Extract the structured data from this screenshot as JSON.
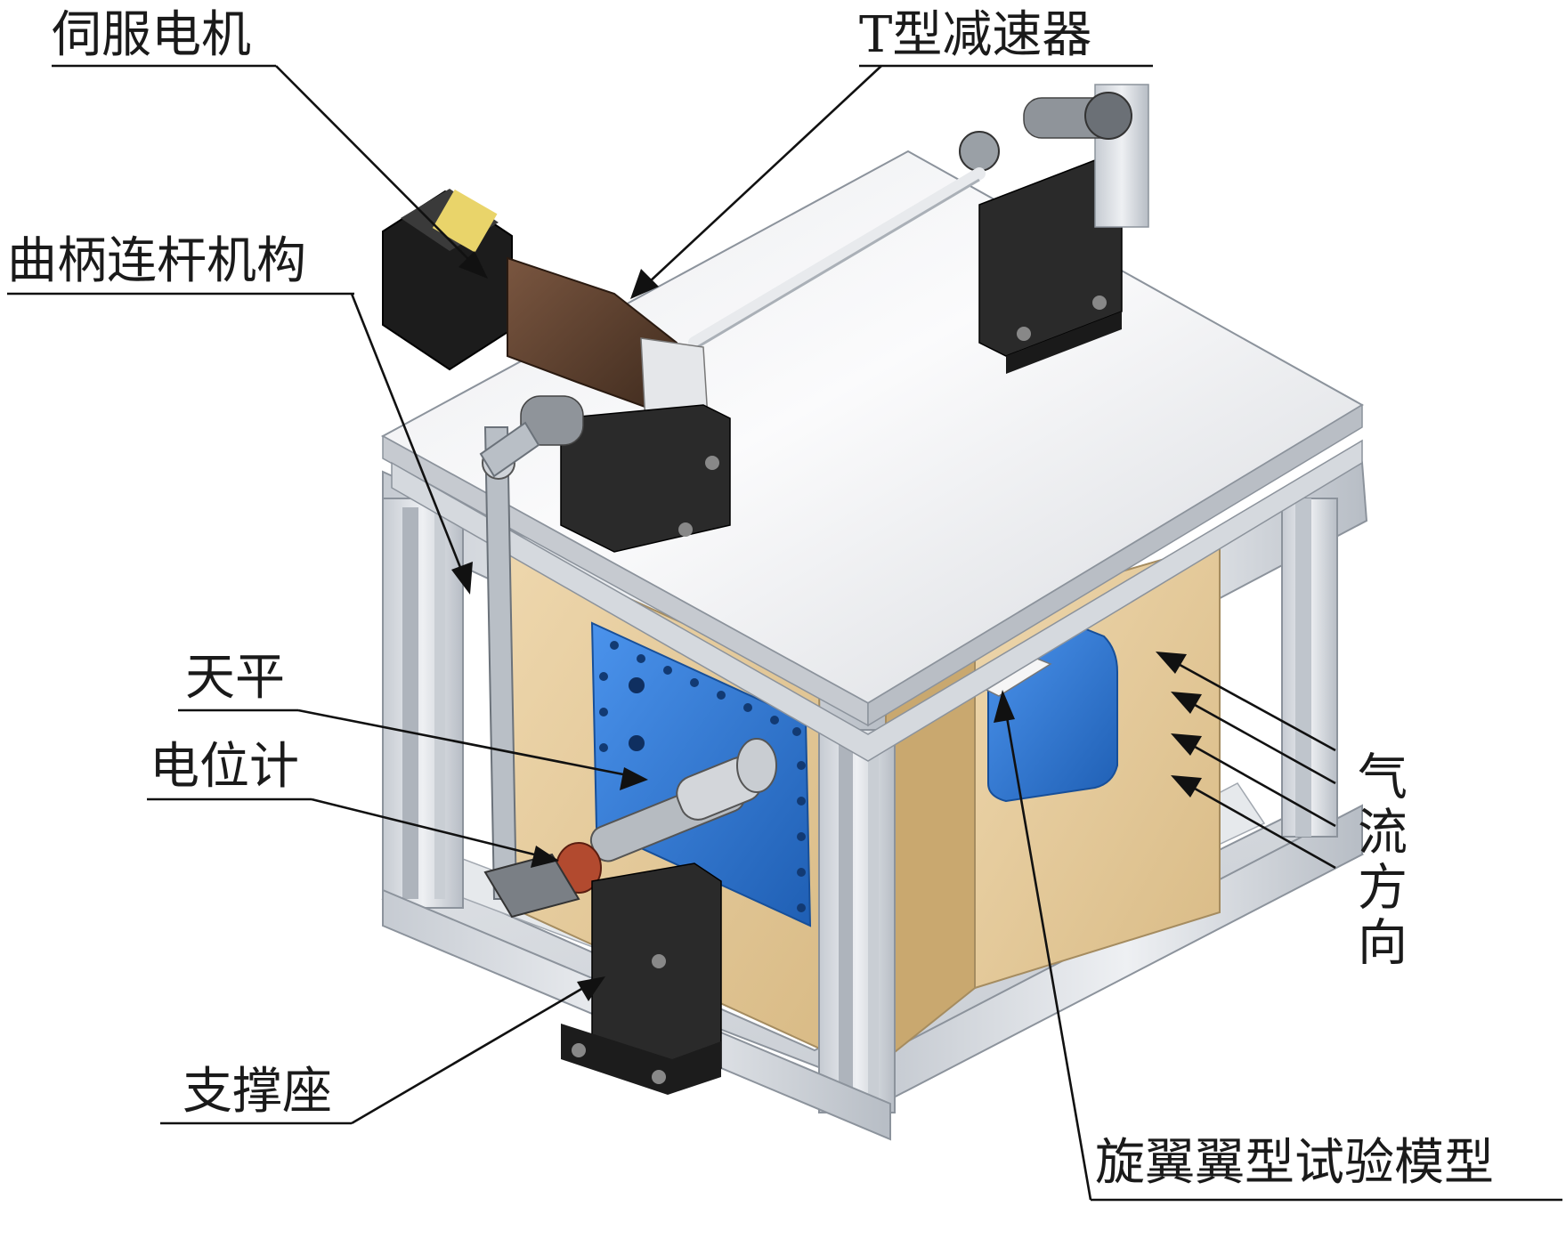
{
  "labels": {
    "servo_motor": "伺服电机",
    "t_reducer": "T型减速器",
    "crank_linkage": "曲柄连杆机构",
    "balance": "天平",
    "potentiometer": "电位计",
    "support_seat": "支撑座",
    "airflow_direction": "气流方向",
    "rotor_airfoil_model": "旋翼翼型试验模型"
  },
  "colors": {
    "frame": "#d9dde3",
    "frame_shadow": "#9aa1ab",
    "plate_top": "#f2f3f5",
    "wall": "#e8cfa3",
    "blue_panel": "#2f79d6",
    "motor": "#1c1c1c",
    "gearbox": "#5a3d2b",
    "support": "#2a2a2a",
    "leader": "#111111"
  }
}
